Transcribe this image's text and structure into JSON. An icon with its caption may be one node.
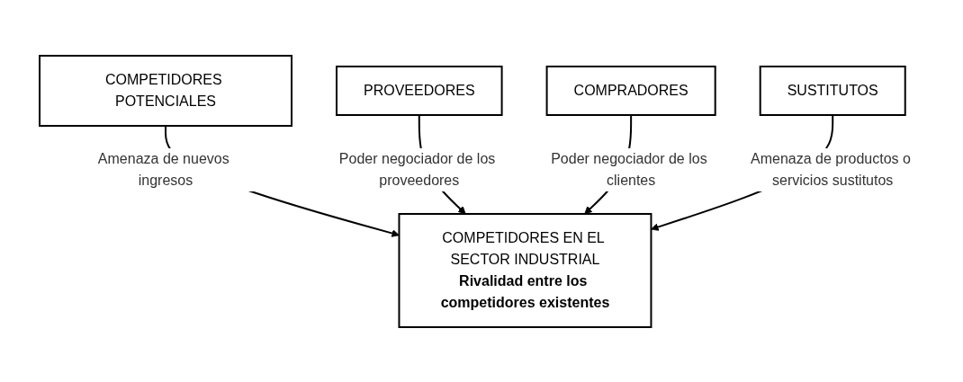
{
  "diagram": {
    "nodes": [
      {
        "text": [
          "COMPETIDORES POTENCIALES"
        ]
      },
      {
        "text": [
          "COMPETIDORES EN EL SECTOR INDUSTRIAL",
          "Rivalidad entre los competidores existentes"
        ]
      },
      {
        "text": [
          "PROVEEDORES"
        ]
      },
      {
        "text": [
          "COMPRADORES"
        ]
      },
      {
        "text": [
          "SUSTITUTOS"
        ]
      }
    ],
    "edges": [
      {
        "from": 0,
        "to": 1,
        "arrow": "to",
        "label": "Amenaza de nuevos ingresos"
      },
      {
        "from": 2,
        "to": 1,
        "arrow": "to",
        "label": "Poder negociador de los proveedores"
      },
      {
        "from": 3,
        "to": 1,
        "arrow": "to",
        "label": "Poder negociador de los clientes"
      },
      {
        "from": 4,
        "to": 1,
        "arrow": "to",
        "label": "Amenaza de productos o servicios sustitutos"
      }
    ]
  }
}
